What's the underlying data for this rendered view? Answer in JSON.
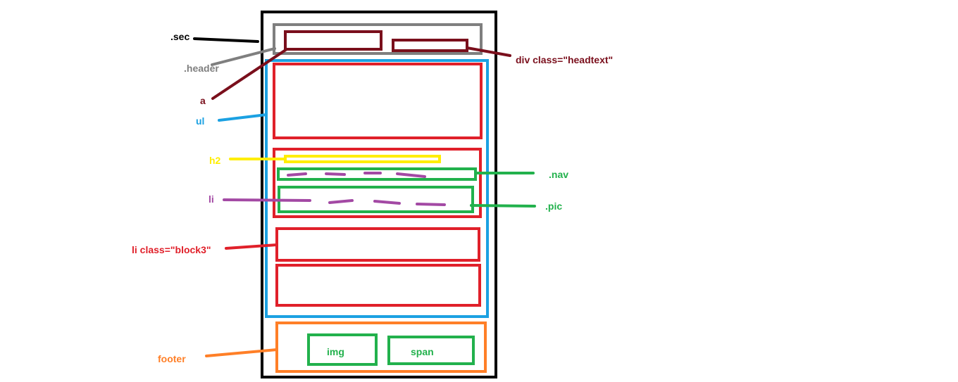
{
  "colors": {
    "sec": "#000000",
    "header": "#7f7f7f",
    "anchor": "#7a0f1c",
    "list": "#1ba1e2",
    "item": "#e0202a",
    "heading": "#ffee00",
    "green": "#22b14c",
    "dash": "#a349a4",
    "footer": "#ff7f27"
  },
  "labels": {
    "sec": ".sec",
    "header": ".header",
    "anchor": "a",
    "headtext": "div class=\"headtext\"",
    "ul": "ul",
    "h2": "h2",
    "nav": ".nav",
    "li": "li",
    "pic": ".pic",
    "block3": "li class=\"block3\"",
    "footer": "footer",
    "img": "img",
    "span": "span"
  }
}
